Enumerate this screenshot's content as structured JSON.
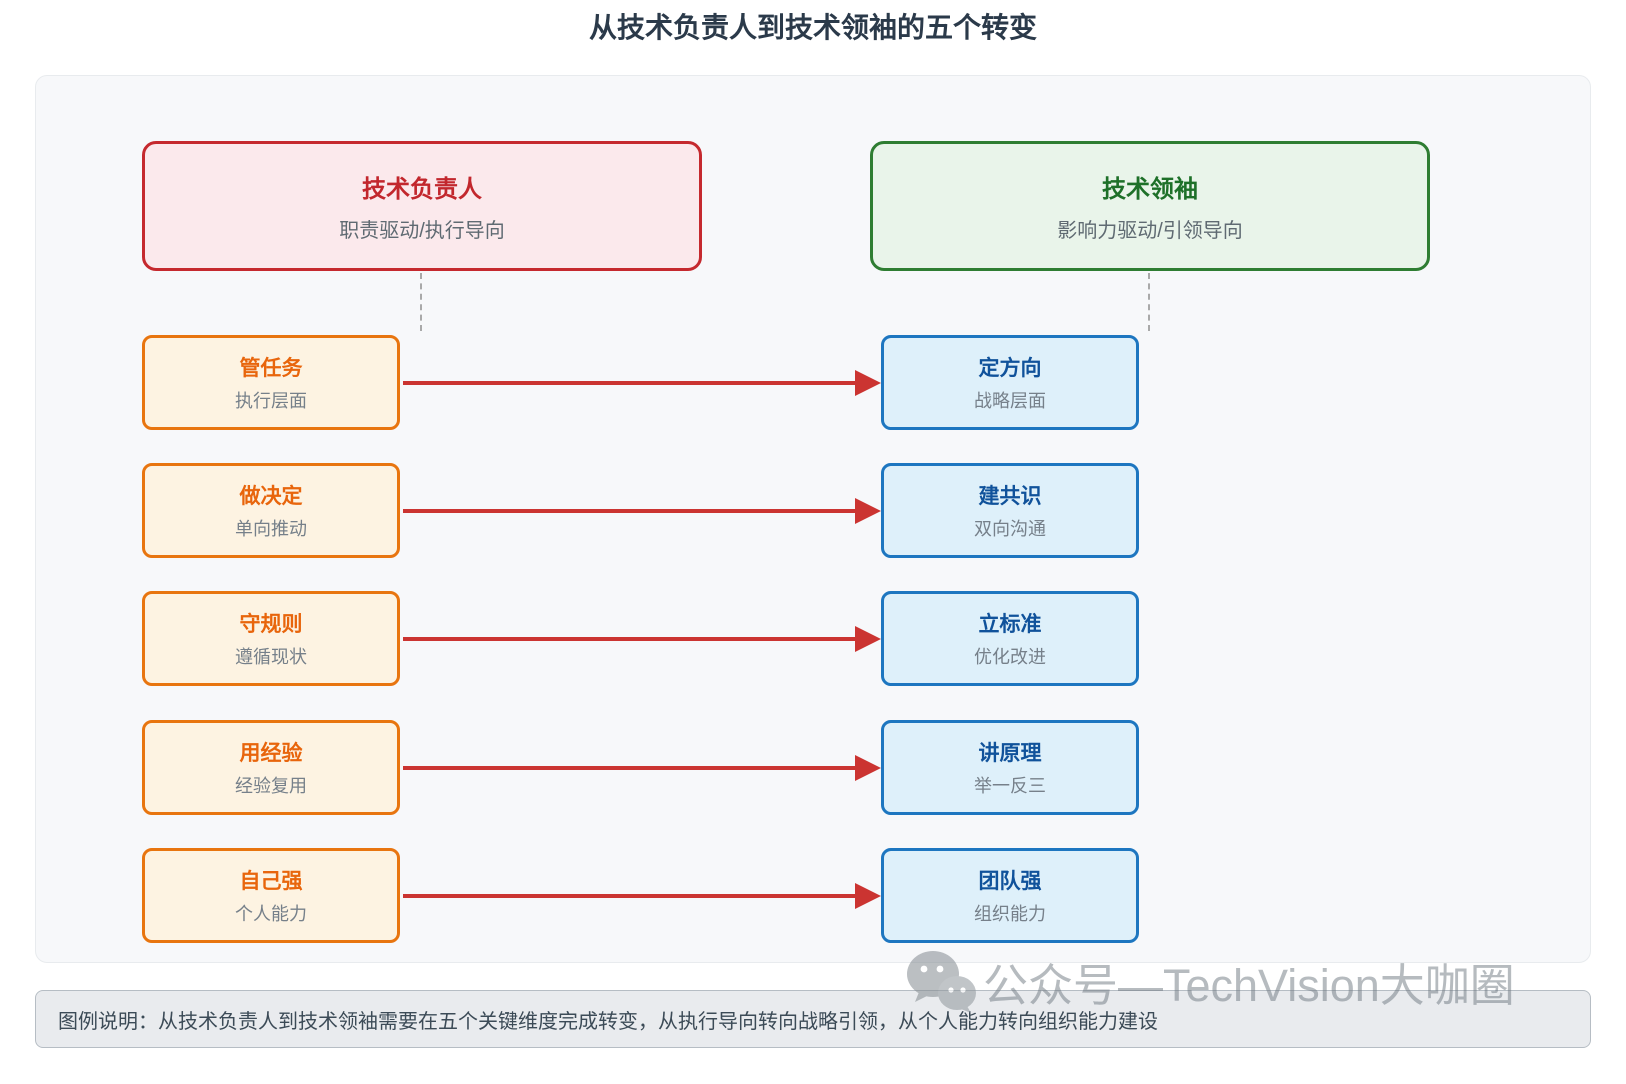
{
  "title": "从技术负责人到技术领袖的五个转变",
  "left_header": {
    "title": "技术负责人",
    "subtitle": "职责驱动/执行导向"
  },
  "right_header": {
    "title": "技术领袖",
    "subtitle": "影响力驱动/引领导向"
  },
  "rows": [
    {
      "left": {
        "title": "管任务",
        "subtitle": "执行层面"
      },
      "right": {
        "title": "定方向",
        "subtitle": "战略层面"
      }
    },
    {
      "left": {
        "title": "做决定",
        "subtitle": "单向推动"
      },
      "right": {
        "title": "建共识",
        "subtitle": "双向沟通"
      }
    },
    {
      "left": {
        "title": "守规则",
        "subtitle": "遵循现状"
      },
      "right": {
        "title": "立标准",
        "subtitle": "优化改进"
      }
    },
    {
      "left": {
        "title": "用经验",
        "subtitle": "经验复用"
      },
      "right": {
        "title": "讲原理",
        "subtitle": "举一反三"
      }
    },
    {
      "left": {
        "title": "自己强",
        "subtitle": "个人能力"
      },
      "right": {
        "title": "团队强",
        "subtitle": "组织能力"
      }
    }
  ],
  "legend": {
    "text": "图例说明：从技术负责人到技术领袖需要在五个关键维度完成转变，从执行导向转向战略引领，从个人能力转向组织能力建设"
  },
  "watermark": {
    "icon": "wechat-icon",
    "text": "公众号—TechVision大咖圈"
  },
  "colors": {
    "title-color": "#2b3a4a",
    "panel-bg": "#f7f8fa",
    "panel-border": "#e8ebee",
    "red-border": "#c5292e",
    "red-bg": "#fbe9ec",
    "red-text": "#c2272d",
    "green-border": "#2e7d32",
    "green-bg": "#e9f4ea",
    "green-text": "#1e7029",
    "orange-border": "#e8750f",
    "orange-bg": "#fdf3e2",
    "orange-text": "#e8650c",
    "blue-border": "#1d76c0",
    "blue-bg": "#def0fa",
    "blue-text": "#10529b",
    "arrow-color": "#cb3431",
    "legend-bg": "#e9ebee",
    "legend-border": "#b6bdc4",
    "legend-text": "#3c4b57",
    "dash-gray": "#a9a9a9"
  }
}
